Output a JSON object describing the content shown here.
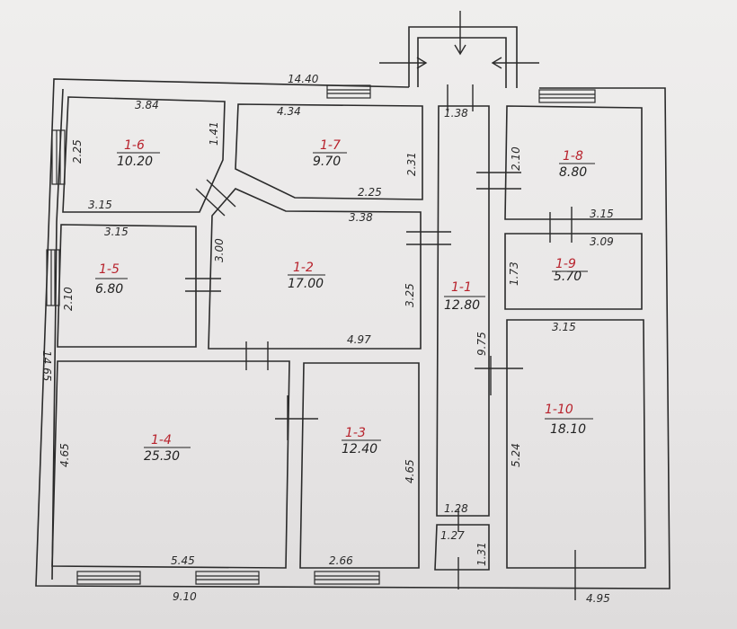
{
  "plan": {
    "overall": {
      "width_top": "14.40",
      "height_left": "14.65",
      "bottom_left": "9.10",
      "bottom_right": "4.95"
    },
    "rooms": [
      {
        "id": "1-1",
        "area": "12.80"
      },
      {
        "id": "1-2",
        "area": "17.00"
      },
      {
        "id": "1-3",
        "area": "12.40"
      },
      {
        "id": "1-4",
        "area": "25.30"
      },
      {
        "id": "1-5",
        "area": "6.80"
      },
      {
        "id": "1-6",
        "area": "10.20"
      },
      {
        "id": "1-7",
        "area": "9.70"
      },
      {
        "id": "1-8",
        "area": "8.80"
      },
      {
        "id": "1-9",
        "area": "5.70"
      },
      {
        "id": "1-10",
        "area": "18.10"
      }
    ],
    "dims": {
      "r6_top": "3.84",
      "r6_left": "2.25",
      "r6_right": "1.41",
      "r6_bottom": "3.15",
      "r7_top": "4.34",
      "r7_right": "2.31",
      "r7_bottom": "2.25",
      "r5_top": "3.15",
      "r5_left": "2.10",
      "r2_top": "3.38",
      "r2_left": "3.00",
      "r2_right": "3.25",
      "r2_bottom": "4.97",
      "corridor_top": "1.38",
      "corridor_right": "9.75",
      "corridor_bottom": "1.28",
      "vest_w": "1.27",
      "vest_h": "1.31",
      "r8_left": "2.10",
      "r8_bottom": "3.15",
      "r9_left": "1.73",
      "r9_top": "3.09",
      "r10_top": "3.15",
      "r10_left": "5.24",
      "r4_left": "4.65",
      "r4_bottom": "5.45",
      "r3_right": "4.65",
      "r3_bottom": "2.66"
    }
  }
}
